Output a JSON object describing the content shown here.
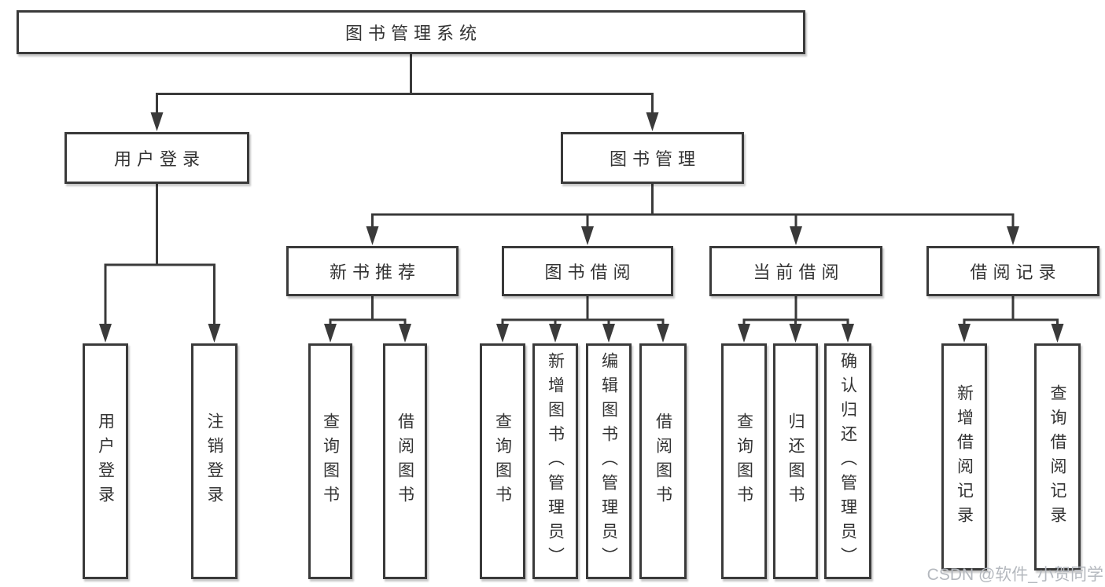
{
  "tree": {
    "label": "图书管理系统",
    "children": [
      {
        "label": "用户登录",
        "children": [
          {
            "label": "用户登录"
          },
          {
            "label": "注销登录"
          }
        ]
      },
      {
        "label": "图书管理",
        "children": [
          {
            "label": "新书推荐",
            "children": [
              {
                "label": "查询图书"
              },
              {
                "label": "借阅图书"
              }
            ]
          },
          {
            "label": "图书借阅",
            "children": [
              {
                "label": "查询图书"
              },
              {
                "label": "新增图书（管理员）"
              },
              {
                "label": "编辑图书（管理员）"
              },
              {
                "label": "借阅图书"
              }
            ]
          },
          {
            "label": "当前借阅",
            "children": [
              {
                "label": "查询图书"
              },
              {
                "label": "归还图书"
              },
              {
                "label": "确认归还（管理员）"
              }
            ]
          },
          {
            "label": "借阅记录",
            "children": [
              {
                "label": "新增借阅记录"
              },
              {
                "label": "查询借阅记录"
              }
            ]
          }
        ]
      }
    ]
  },
  "watermark": "CSDN @软件_小贺同学",
  "colors": {
    "line": "#3a3a3a",
    "text": "#333333",
    "watermark": "#b4b8be",
    "background": "#ffffff"
  }
}
